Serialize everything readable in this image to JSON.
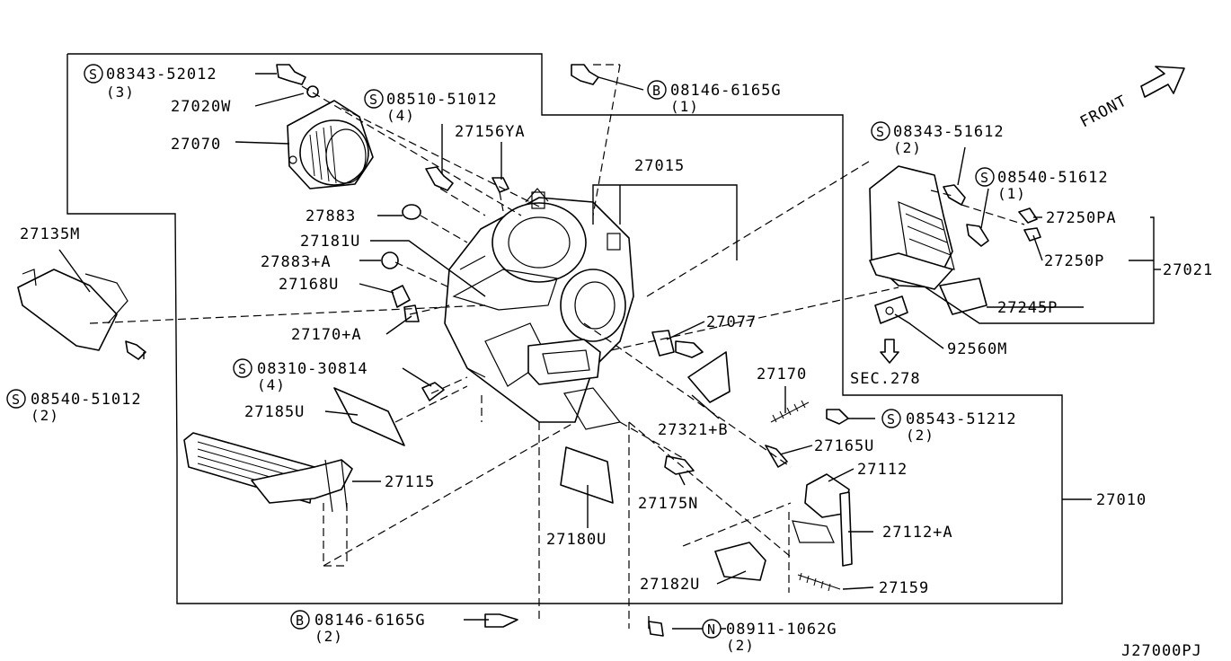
{
  "diagram_code": "J27000PJ",
  "front_label": "FRONT",
  "sec_ref": "SEC.278",
  "labels": {
    "p27135M": "27135M",
    "p27020W": "27020W",
    "p27070": "27070",
    "p27156YA": "27156YA",
    "p27015": "27015",
    "p27883": "27883",
    "p27181U": "27181U",
    "p27883A": "27883+A",
    "p27168U": "27168U",
    "p27170A": "27170+A",
    "p27185U": "27185U",
    "p27115": "27115",
    "p27077": "27077",
    "p27321B": "27321+B",
    "p27170": "27170",
    "p27165U": "27165U",
    "p27112": "27112",
    "p27175N": "27175N",
    "p27180U": "27180U",
    "p27112A": "27112+A",
    "p27182U": "27182U",
    "p27159": "27159",
    "p27010": "27010",
    "p27250PA": "27250PA",
    "p27250P": "27250P",
    "p27021": "27021",
    "p27245P": "27245P",
    "p92560M": "92560M"
  },
  "fasteners": {
    "f1": {
      "badge": "S",
      "number": "08343-52012",
      "qty": "(3)"
    },
    "f2": {
      "badge": "S",
      "number": "08510-51012",
      "qty": "(4)"
    },
    "f3": {
      "badge": "B",
      "number": "08146-6165G",
      "qty": "(1)"
    },
    "f4": {
      "badge": "S",
      "number": "08343-51612",
      "qty": "(2)"
    },
    "f5": {
      "badge": "S",
      "number": "08540-51612",
      "qty": "(1)"
    },
    "f6": {
      "badge": "S",
      "number": "08540-51012",
      "qty": "(2)"
    },
    "f7": {
      "badge": "S",
      "number": "08310-30814",
      "qty": "(4)"
    },
    "f8": {
      "badge": "S",
      "number": "08543-51212",
      "qty": "(2)"
    },
    "f9": {
      "badge": "B",
      "number": "08146-6165G",
      "qty": "(2)"
    },
    "f10": {
      "badge": "N",
      "number": "08911-1062G",
      "qty": "(2)"
    }
  }
}
